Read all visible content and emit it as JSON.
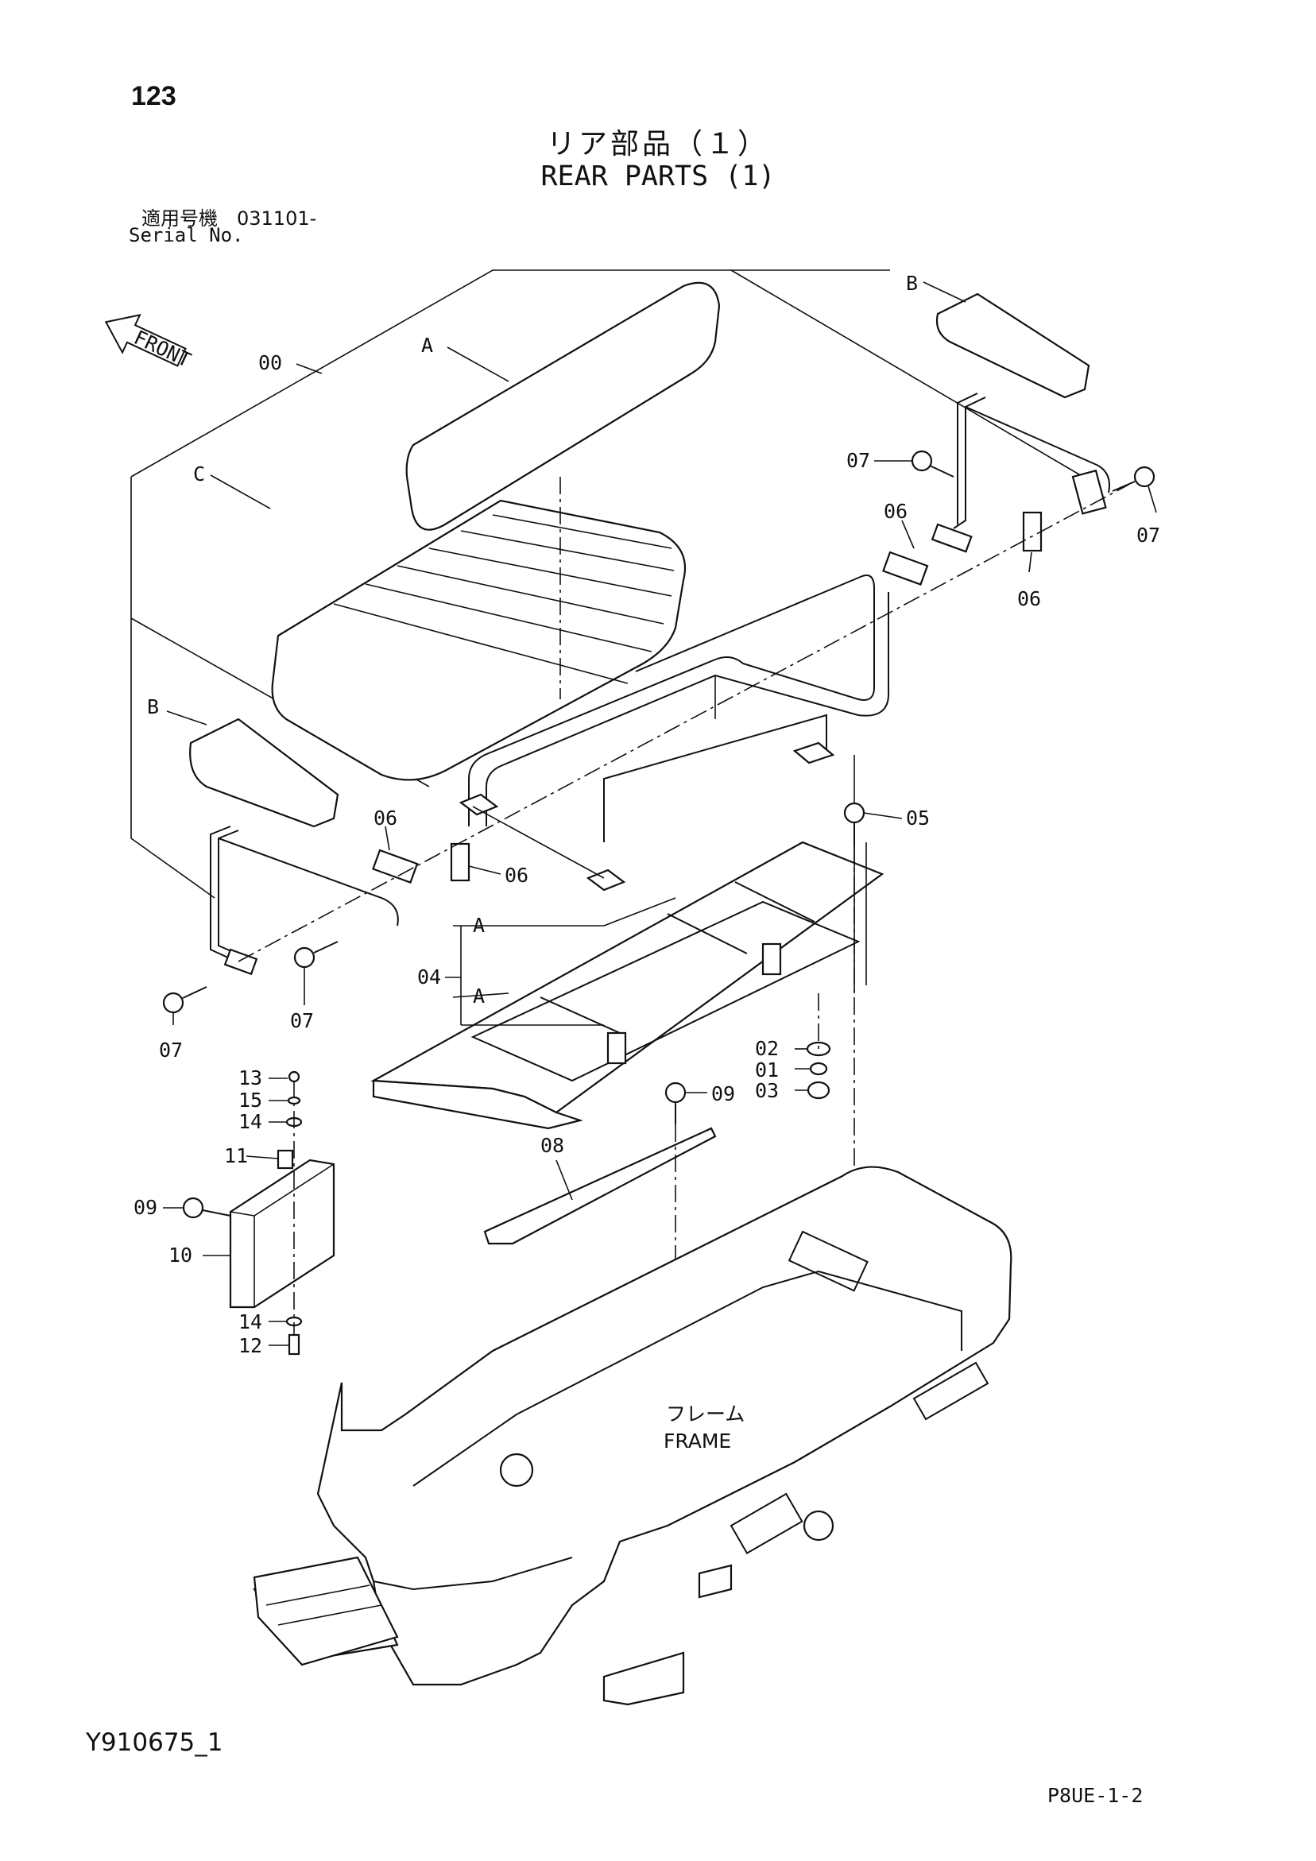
{
  "header": {
    "page_number": "123",
    "title_jp": "リア部品（１）",
    "title_en": "REAR PARTS (1)",
    "serial_jp": "適用号機　031101-",
    "serial_en": "Serial No."
  },
  "footer": {
    "doc_code": "Y910675_1",
    "page_code": "P8UE-1-2"
  },
  "diagram": {
    "front_label": "FRONT",
    "frame_label_jp": "フレーム",
    "frame_label_en": "FRAME",
    "callouts": [
      "00",
      "01",
      "02",
      "03",
      "04",
      "05",
      "06",
      "07",
      "08",
      "09",
      "10",
      "11",
      "12",
      "13",
      "14",
      "15"
    ],
    "refs": [
      "A",
      "B",
      "C"
    ]
  }
}
